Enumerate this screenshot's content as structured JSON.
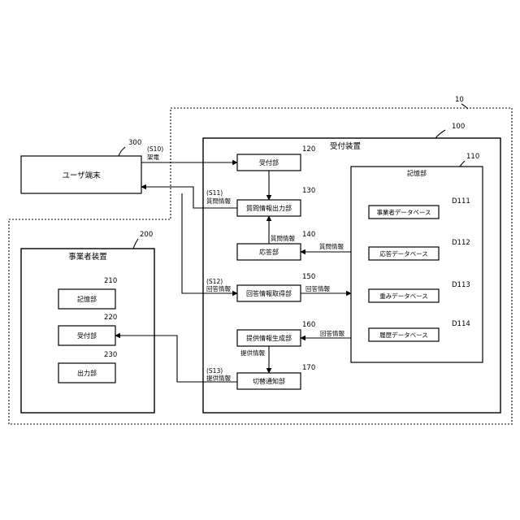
{
  "ref_numbers": {
    "system": "10",
    "reception_device": "100",
    "user_terminal": "300",
    "business_device": "200",
    "reception_unit": "120",
    "question_output_unit": "130",
    "response_unit": "140",
    "answer_acquisition_unit": "150",
    "info_generation_unit": "160",
    "switch_notification_unit": "170",
    "storage_unit": "110",
    "db_business": "D111",
    "db_response": "D112",
    "db_weight": "D113",
    "db_history": "D114",
    "biz_storage": "210",
    "biz_reception": "220",
    "biz_output": "230"
  },
  "labels": {
    "reception_device": "受付装置",
    "user_terminal": "ユーザ端末",
    "business_device": "事業者装置",
    "reception_unit": "受付部",
    "question_output_unit": "質問情報出力部",
    "response_unit": "応答部",
    "answer_acquisition_unit": "回答情報取得部",
    "info_generation_unit": "提供情報生成部",
    "switch_notification_unit": "切替通知部",
    "storage_unit": "記憶部",
    "db_business": "事業者データベース",
    "db_response": "応答データベース",
    "db_weight": "重みデータベース",
    "db_history": "履歴データベース",
    "biz_storage": "記憶部",
    "biz_reception": "受付部",
    "biz_output": "出力部"
  },
  "flows": {
    "s10_step": "(S10)",
    "s10_text": "架電",
    "s11_step": "(S11)",
    "s11_text": "質問情報",
    "s12_step": "(S12)",
    "s12_text": "回答情報",
    "s13_step": "(S13)",
    "s13_text": "提供情報",
    "q_info_a": "質問情報",
    "q_info_b": "質問情報",
    "a_info_a": "回答情報",
    "a_info_b": "回答情報",
    "provide_info": "提供情報"
  }
}
